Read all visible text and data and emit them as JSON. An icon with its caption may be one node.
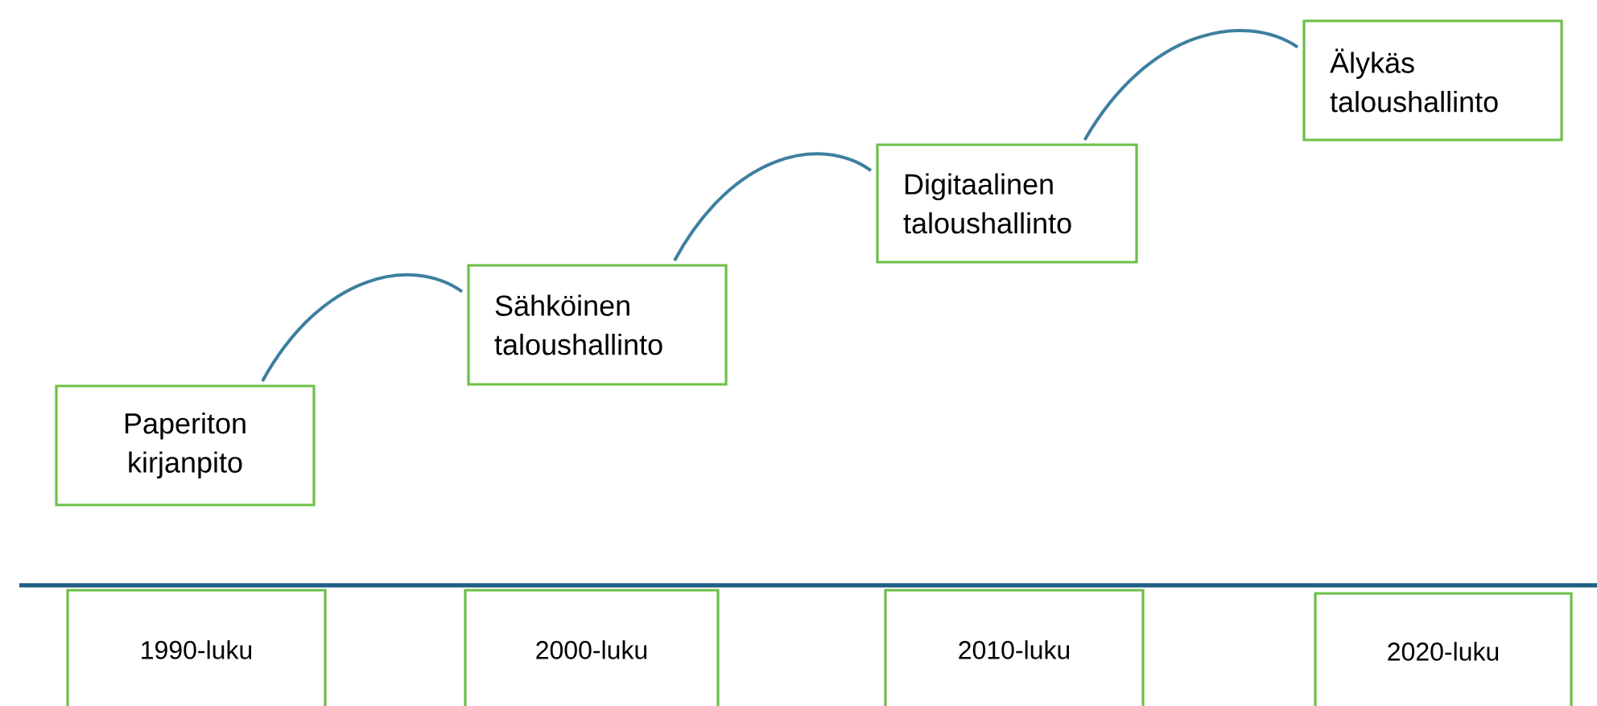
{
  "diagram": {
    "nodes": [
      {
        "text": [
          "Paperiton kirjanpito"
        ]
      },
      {
        "text": [
          "Sähköinen taloushallinto"
        ]
      },
      {
        "text": [
          "Digitaalinen taloushallinto"
        ]
      },
      {
        "text": [
          "Älykäs taloushallinto"
        ]
      },
      {
        "text": [
          "1990-luku"
        ]
      },
      {
        "text": [
          "2000-luku"
        ]
      },
      {
        "text": [
          "2010-luku"
        ]
      },
      {
        "text": [
          "2020-luku"
        ]
      }
    ],
    "edges": [
      {
        "from": 0,
        "to": 1,
        "arrow": "none"
      },
      {
        "from": 1,
        "to": 2,
        "arrow": "none"
      },
      {
        "from": 2,
        "to": 3,
        "arrow": "none"
      }
    ]
  }
}
